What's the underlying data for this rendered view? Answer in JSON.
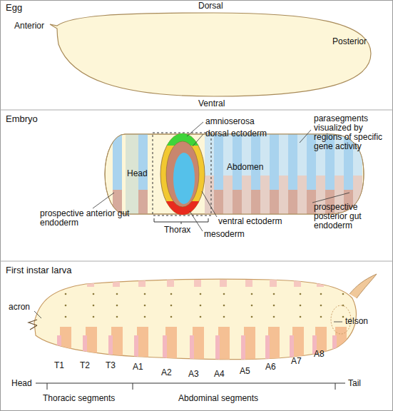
{
  "diagram": {
    "labels": [
      "Egg",
      "Dorsal",
      "Anterior",
      "Posterior",
      "Ventral",
      "Embryo",
      "amnioserosa",
      "dorsal ectoderm",
      "parasegments visualized by regions of specific gene activity",
      "Head",
      "Abdomen",
      "prospective anterior gut endoderm",
      "Thorax",
      "ventral ectoderm",
      "mesoderm",
      "prospective posterior gut endoderm",
      "First instar larva",
      "acron",
      "telson",
      "T1",
      "T2",
      "T3",
      "A1",
      "A2",
      "A3",
      "A4",
      "A5",
      "A6",
      "A7",
      "A8",
      "Head",
      "Tail",
      "Thoracic segments",
      "Abdominal segments"
    ]
  }
}
